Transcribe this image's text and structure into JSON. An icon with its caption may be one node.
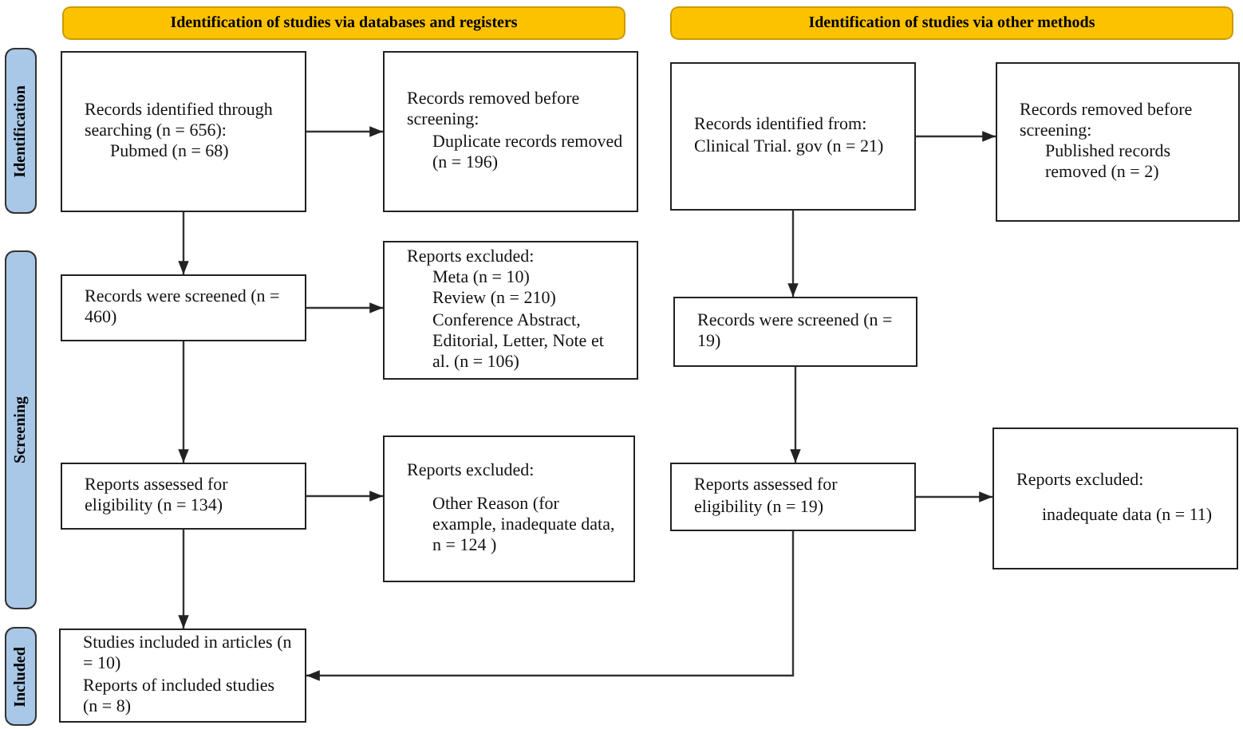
{
  "diagram": {
    "nodes": [
      {
        "text": [
          "Identification of studies via databases and registers"
        ]
      },
      {
        "text": [
          "Identification of studies via other methods"
        ]
      },
      {
        "text": [
          "Identification"
        ]
      },
      {
        "text": [
          "Screening"
        ]
      },
      {
        "text": [
          "Included"
        ]
      },
      {
        "text": [
          "Records identified through searching (n = 656):",
          "Pubmed (n = 68)"
        ]
      },
      {
        "text": [
          "Records removed before screening:",
          "Duplicate records removed (n = 196)"
        ]
      },
      {
        "text": [
          "Records were screened (n = 460)"
        ]
      },
      {
        "text": [
          "Reports excluded:",
          "Meta (n = 10)",
          "Review (n = 210)",
          "Conference Abstract, Editorial, Letter, Note et al. (n = 106)"
        ]
      },
      {
        "text": [
          "Reports assessed for eligibility (n = 134)"
        ]
      },
      {
        "text": [
          "Reports excluded:",
          "Other Reason (for example, inadequate data, n = 124 )"
        ]
      },
      {
        "text": [
          "Studies included in articles (n = 10)",
          "Reports of included studies (n = 8)"
        ]
      },
      {
        "text": [
          "Records identified from: Clinical Trial. gov (n = 21)"
        ]
      },
      {
        "text": [
          "Records removed before screening:",
          "Published records removed (n = 2)"
        ]
      },
      {
        "text": [
          "Records were screened (n = 19)"
        ]
      },
      {
        "text": [
          "Reports assessed for eligibility (n = 19)"
        ]
      },
      {
        "text": [
          "Reports excluded:",
          "inadequate data (n = 11)"
        ]
      }
    ],
    "edges": [
      {
        "from": 5,
        "to": 6,
        "arrow": "to"
      },
      {
        "from": 5,
        "to": 7,
        "arrow": "to"
      },
      {
        "from": 7,
        "to": 8,
        "arrow": "to"
      },
      {
        "from": 7,
        "to": 9,
        "arrow": "to"
      },
      {
        "from": 9,
        "to": 10,
        "arrow": "to"
      },
      {
        "from": 9,
        "to": 11,
        "arrow": "to"
      },
      {
        "from": 12,
        "to": 13,
        "arrow": "to"
      },
      {
        "from": 12,
        "to": 14,
        "arrow": "to"
      },
      {
        "from": 14,
        "to": 15,
        "arrow": "to"
      },
      {
        "from": 15,
        "to": 16,
        "arrow": "to"
      },
      {
        "from": 15,
        "to": 11,
        "arrow": "to"
      }
    ]
  }
}
